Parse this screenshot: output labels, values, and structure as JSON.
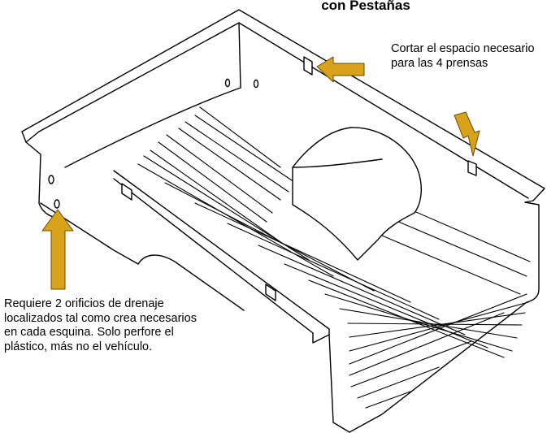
{
  "title": "con Pestañas",
  "notes": {
    "cut_space": "Cortar el espacio necesario para las 4 prensas",
    "drain_holes": "Requiere 2 orificios de drenaje localizados tal como crea necesarios en cada esquina. Solo perfore el plástico, más no el vehículo."
  },
  "colors": {
    "arrow": "#d9a21b",
    "line": "#000000",
    "background": "#ffffff"
  }
}
